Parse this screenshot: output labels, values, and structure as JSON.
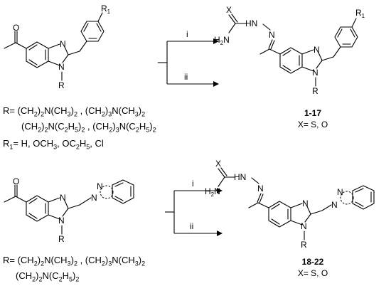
{
  "reactions": [
    {
      "reagents": [
        "i",
        "ii"
      ],
      "compound_label": "1-17",
      "x_values": "X= S, O",
      "r_lines": [
        "R= (CH2)2N(CH3)2 , (CH2)3N(CH3)2",
        "(CH2)2N(C2H5)2 , (CH2)3N(C2H5)2"
      ],
      "r1_line": "R1= H, OCH3, OC2H5, Cl"
    },
    {
      "reagents": [
        "i",
        "ii"
      ],
      "compound_label": "18-22",
      "x_values": "X= S, O",
      "r_lines": [
        "R= (CH2)2N(CH3)2 , (CH2)3N(CH3)2",
        "(CH2)2N(C2H5)2"
      ]
    }
  ],
  "atoms": {
    "N": "N",
    "R": "R",
    "R1": "R",
    "R1_sub": "1",
    "X": "X",
    "H2N": "H2N",
    "HN": "HN"
  }
}
